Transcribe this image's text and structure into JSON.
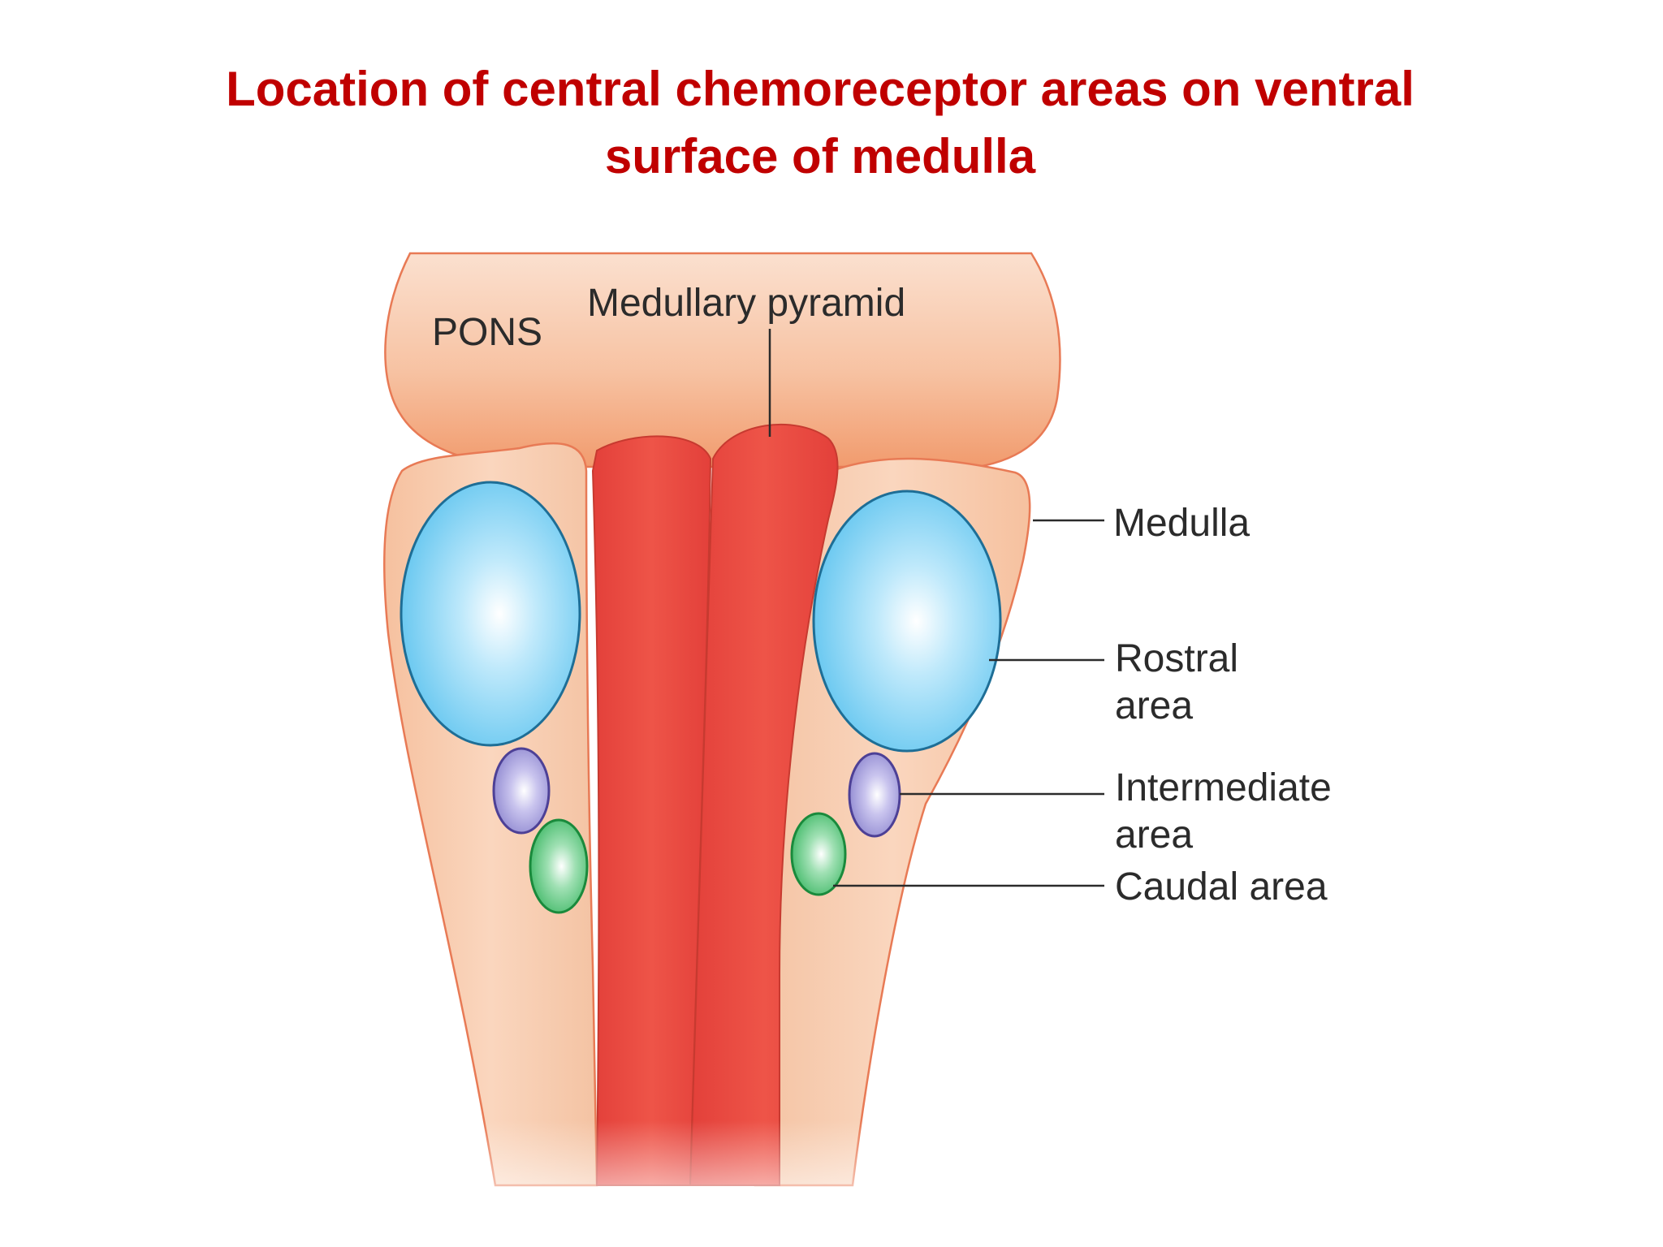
{
  "title": {
    "line1": "Location of central chemoreceptor areas on ventral",
    "line2": "surface of medulla"
  },
  "labels": {
    "pons": "PONS",
    "pyramid": "Medullary pyramid",
    "medulla": "Medulla",
    "rostral_1": "Rostral",
    "rostral_2": "area",
    "intermediate_1": "Intermediate",
    "intermediate_2": "area",
    "caudal": "Caudal area"
  },
  "colors": {
    "title": "#c00000",
    "pons": "#f6b995",
    "medulla": "#f8c9ab",
    "pyramid": "#e8463d",
    "rostral_area": "#7fd2f5",
    "intermediate_area": "#9e98d8",
    "caudal_area": "#45c06a"
  }
}
